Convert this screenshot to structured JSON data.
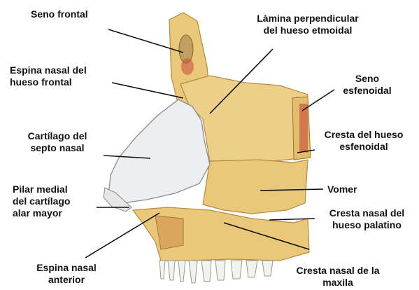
{
  "labels": {
    "seno_frontal": "Seno frontal",
    "lamina_1": "Làmina perpendicular",
    "lamina_2": "del hueso etmoidal",
    "espina_frontal_1": "Espina nasal del",
    "espina_frontal_2": "hueso frontal",
    "seno_esf_1": "Seno",
    "seno_esf_2": "esfenoidal",
    "cartilago_1": "Cartílago del",
    "cartilago_2": "septo nasal",
    "cresta_esf_1": "Cresta del hueso",
    "cresta_esf_2": "esfenoidal",
    "pilar_1": "Pilar medial",
    "pilar_2": "del cartílago",
    "pilar_3": "alar mayor",
    "vomer": "Vomer",
    "cresta_pal_1": "Cresta  nasal del",
    "cresta_pal_2": "hueso palatino",
    "espina_ant_1": "Espina nasal",
    "espina_ant_2": "anterior",
    "cresta_max_1": "Cresta nasal de la",
    "cresta_max_2": "maxila"
  },
  "colors": {
    "bone": "#e9c879",
    "bone_light": "#f4dea6",
    "bone_dark": "#b88a3c",
    "cartilage": "#eceef0",
    "cavity": "#c84a3a",
    "leader": "#111111"
  }
}
